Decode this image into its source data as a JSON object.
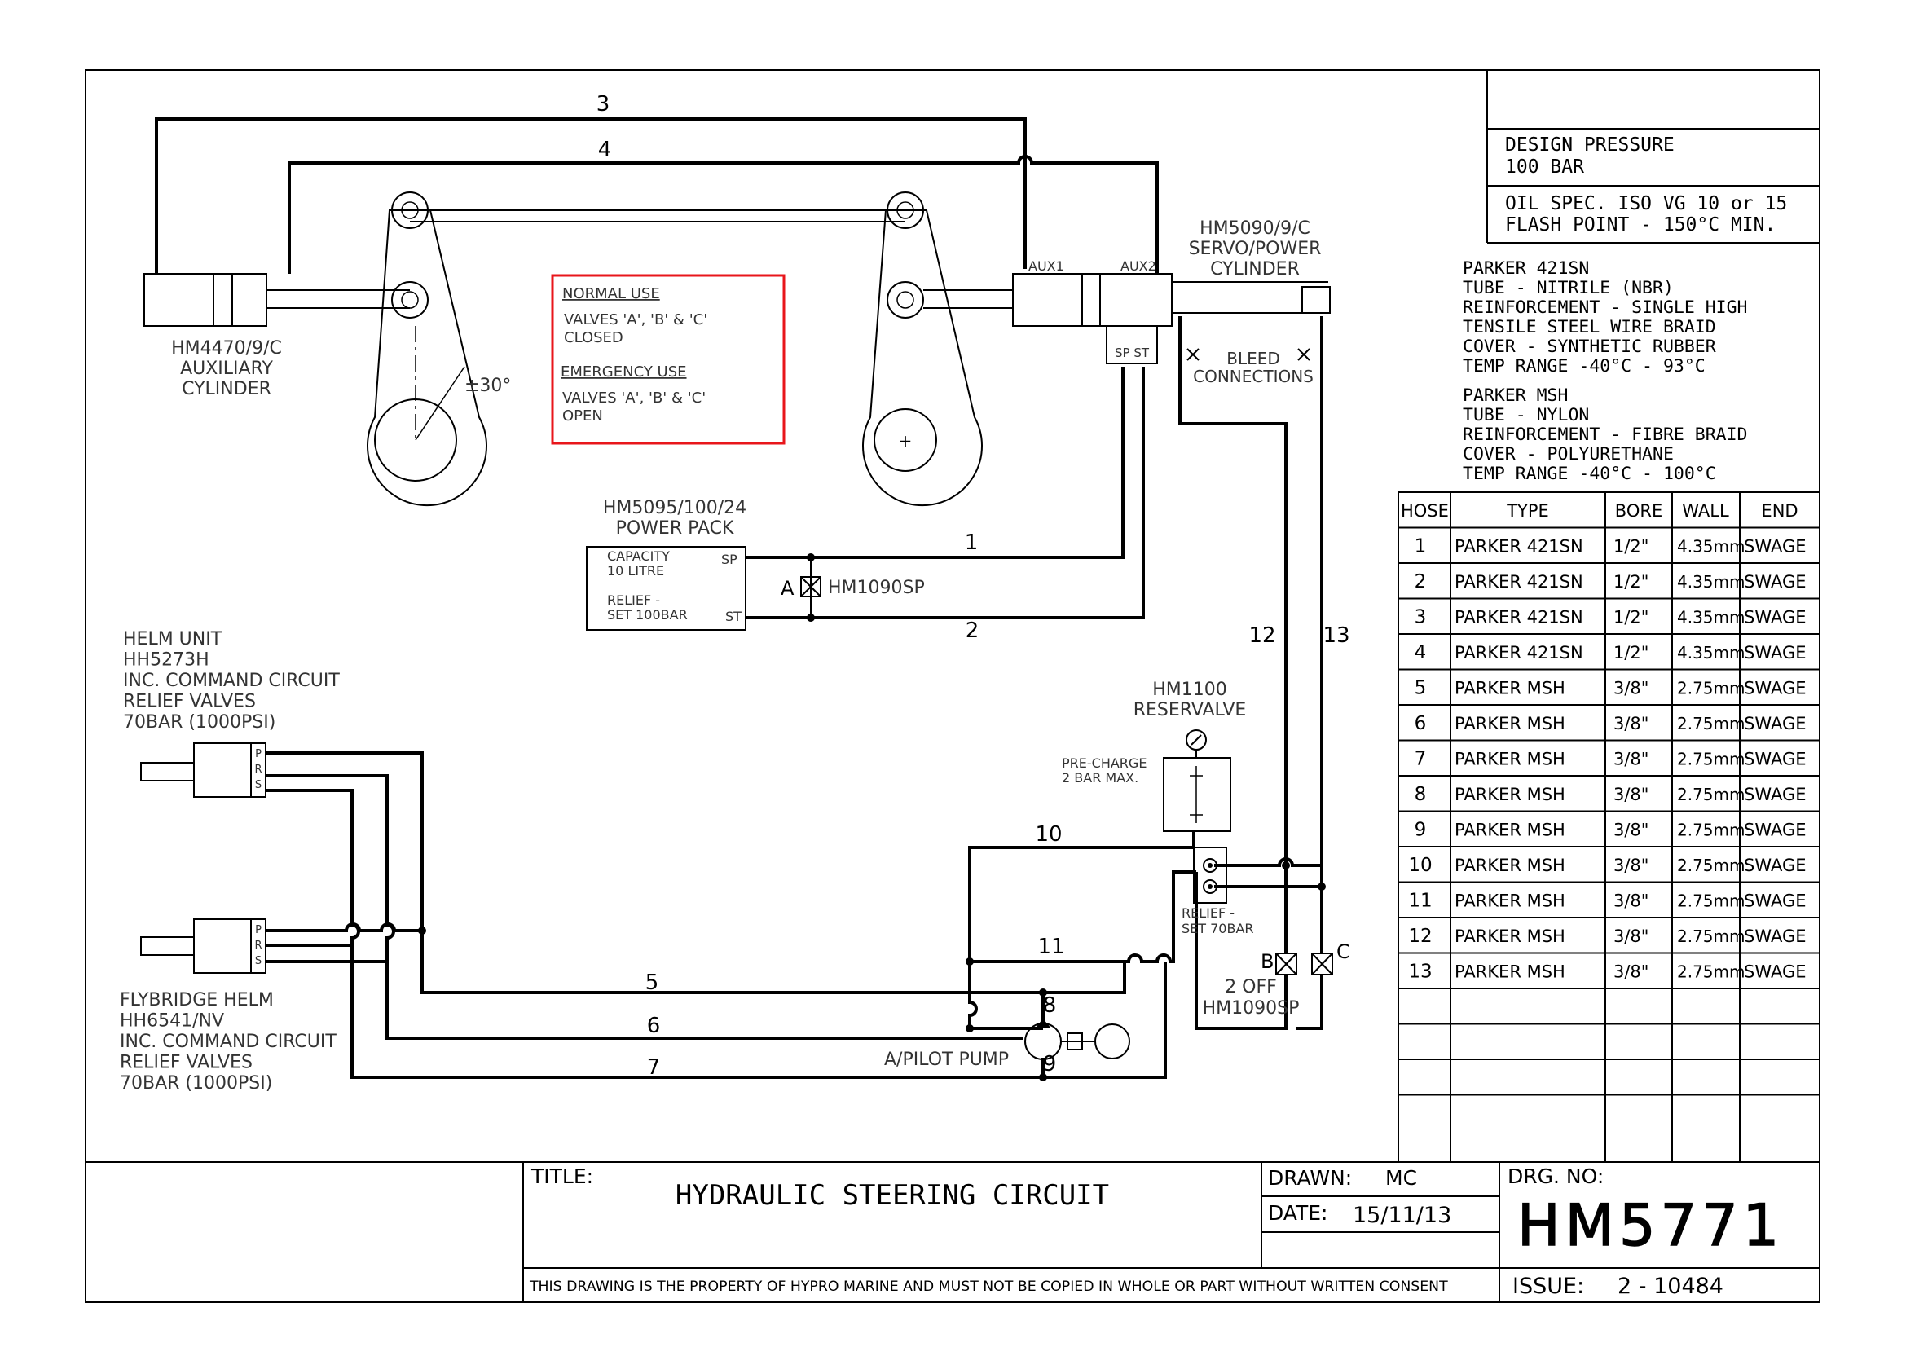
{
  "design": {
    "pressure_line1": "DESIGN PRESSURE",
    "pressure_line2": "100 BAR",
    "oil_line1": "OIL SPEC. ISO VG 10 or 15",
    "oil_line2": "FLASH POINT - 150°C MIN."
  },
  "hose_specs": [
    {
      "lines": [
        "PARKER 421SN",
        "TUBE - NITRILE (NBR)",
        "REINFORCEMENT - SINGLE HIGH",
        "TENSILE STEEL WIRE BRAID",
        "COVER - SYNTHETIC RUBBER",
        "TEMP RANGE -40°C - 93°C"
      ]
    },
    {
      "lines": [
        "PARKER MSH",
        "TUBE - NYLON",
        "REINFORCEMENT - FIBRE BRAID",
        "COVER - POLYURETHANE",
        "TEMP RANGE -40°C - 100°C"
      ]
    }
  ],
  "hose_table": {
    "headers": [
      "HOSE",
      "TYPE",
      "BORE",
      "WALL",
      "END"
    ],
    "rows": [
      [
        "1",
        "PARKER 421SN",
        "1/2\"",
        "4.35mm",
        "SWAGE"
      ],
      [
        "2",
        "PARKER 421SN",
        "1/2\"",
        "4.35mm",
        "SWAGE"
      ],
      [
        "3",
        "PARKER 421SN",
        "1/2\"",
        "4.35mm",
        "SWAGE"
      ],
      [
        "4",
        "PARKER 421SN",
        "1/2\"",
        "4.35mm",
        "SWAGE"
      ],
      [
        "5",
        "PARKER MSH",
        "3/8\"",
        "2.75mm",
        "SWAGE"
      ],
      [
        "6",
        "PARKER MSH",
        "3/8\"",
        "2.75mm",
        "SWAGE"
      ],
      [
        "7",
        "PARKER MSH",
        "3/8\"",
        "2.75mm",
        "SWAGE"
      ],
      [
        "8",
        "PARKER MSH",
        "3/8\"",
        "2.75mm",
        "SWAGE"
      ],
      [
        "9",
        "PARKER MSH",
        "3/8\"",
        "2.75mm",
        "SWAGE"
      ],
      [
        "10",
        "PARKER MSH",
        "3/8\"",
        "2.75mm",
        "SWAGE"
      ],
      [
        "11",
        "PARKER MSH",
        "3/8\"",
        "2.75mm",
        "SWAGE"
      ],
      [
        "12",
        "PARKER MSH",
        "3/8\"",
        "2.75mm",
        "SWAGE"
      ],
      [
        "13",
        "PARKER MSH",
        "3/8\"",
        "2.75mm",
        "SWAGE"
      ]
    ]
  },
  "components": {
    "aux_cyl": [
      "HM4470/9/C",
      "AUXILIARY",
      "CYLINDER"
    ],
    "servo_cyl": [
      "HM5090/9/C",
      "SERVO/POWER",
      "CYLINDER"
    ],
    "aux1": "AUX1",
    "aux2": "AUX2",
    "spst": "SP ST",
    "bleed": [
      "BLEED",
      "CONNECTIONS"
    ],
    "angle": "±30°",
    "power_pack": [
      "HM5095/100/24",
      "POWER PACK"
    ],
    "pp_capacity": [
      "CAPACITY",
      "10 LITRE"
    ],
    "pp_relief": [
      "RELIEF -",
      "SET 100BAR"
    ],
    "pp_sp": "SP",
    "pp_st": "ST",
    "valve_a_label": "A",
    "valve_a_part": "HM1090SP",
    "helm": [
      "HELM UNIT",
      "HH5273H",
      "INC. COMMAND CIRCUIT",
      "RELIEF VALVES",
      "70BAR (1000PSI)"
    ],
    "flybridge": [
      "FLYBRIDGE HELM",
      "HH6541/NV",
      "INC. COMMAND CIRCUIT",
      "RELIEF VALVES",
      "70BAR (1000PSI)"
    ],
    "prs": [
      "P",
      "R",
      "S"
    ],
    "reservalve": [
      "HM1100",
      "RESERVALVE"
    ],
    "precharge": [
      "PRE-CHARGE",
      "2 BAR MAX."
    ],
    "relief70": [
      "RELIEF -",
      "SET 70BAR"
    ],
    "valve_b": "B",
    "valve_c": "C",
    "two_off": [
      "2 OFF",
      "HM1090SP"
    ],
    "pump": "A/PILOT PUMP"
  },
  "notes": {
    "normal_title": "NORMAL USE",
    "normal_text": [
      "VALVES 'A', 'B' & 'C'",
      "CLOSED"
    ],
    "emergency_title": "EMERGENCY USE",
    "emergency_text": [
      "VALVES 'A', 'B' & 'C'",
      "OPEN"
    ],
    "border_color": "#e8161b"
  },
  "hose_numbers": [
    "1",
    "2",
    "3",
    "4",
    "5",
    "6",
    "7",
    "8",
    "9",
    "10",
    "11",
    "12",
    "13"
  ],
  "title_block": {
    "title_label": "TITLE:",
    "title": "HYDRAULIC STEERING CIRCUIT",
    "drawn_label": "DRAWN:",
    "drawn": "MC",
    "date_label": "DATE:",
    "date": "15/11/13",
    "drg_label": "DRG. NO:",
    "drg_no": "HM5771",
    "issue_label": "ISSUE:",
    "issue": "2 - 10484",
    "copyright": "THIS DRAWING IS THE PROPERTY OF HYPRO MARINE AND MUST NOT BE COPIED IN WHOLE OR PART WITHOUT WRITTEN CONSENT"
  }
}
